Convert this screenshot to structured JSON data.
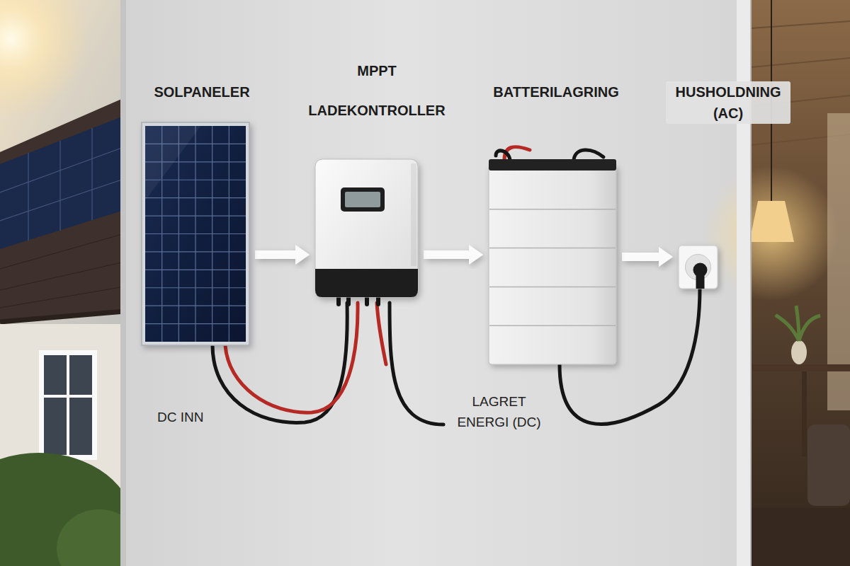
{
  "diagram": {
    "nodes": [
      {
        "text": [
          "SOLPANELER"
        ]
      },
      {
        "text": [
          "MPPT LADEKONTROLLER"
        ]
      },
      {
        "text": [
          "BATTERILAGRING"
        ]
      },
      {
        "text": [
          "HUSHOLDNING (AC)"
        ]
      }
    ],
    "edges": [
      {
        "from": 0,
        "to": 1,
        "arrow": "to"
      },
      {
        "from": 1,
        "to": 2,
        "arrow": "to"
      },
      {
        "from": 2,
        "to": 3,
        "arrow": "to"
      }
    ],
    "labels": [
      "DC INN",
      "LAGRET ENERGI (DC)"
    ]
  }
}
